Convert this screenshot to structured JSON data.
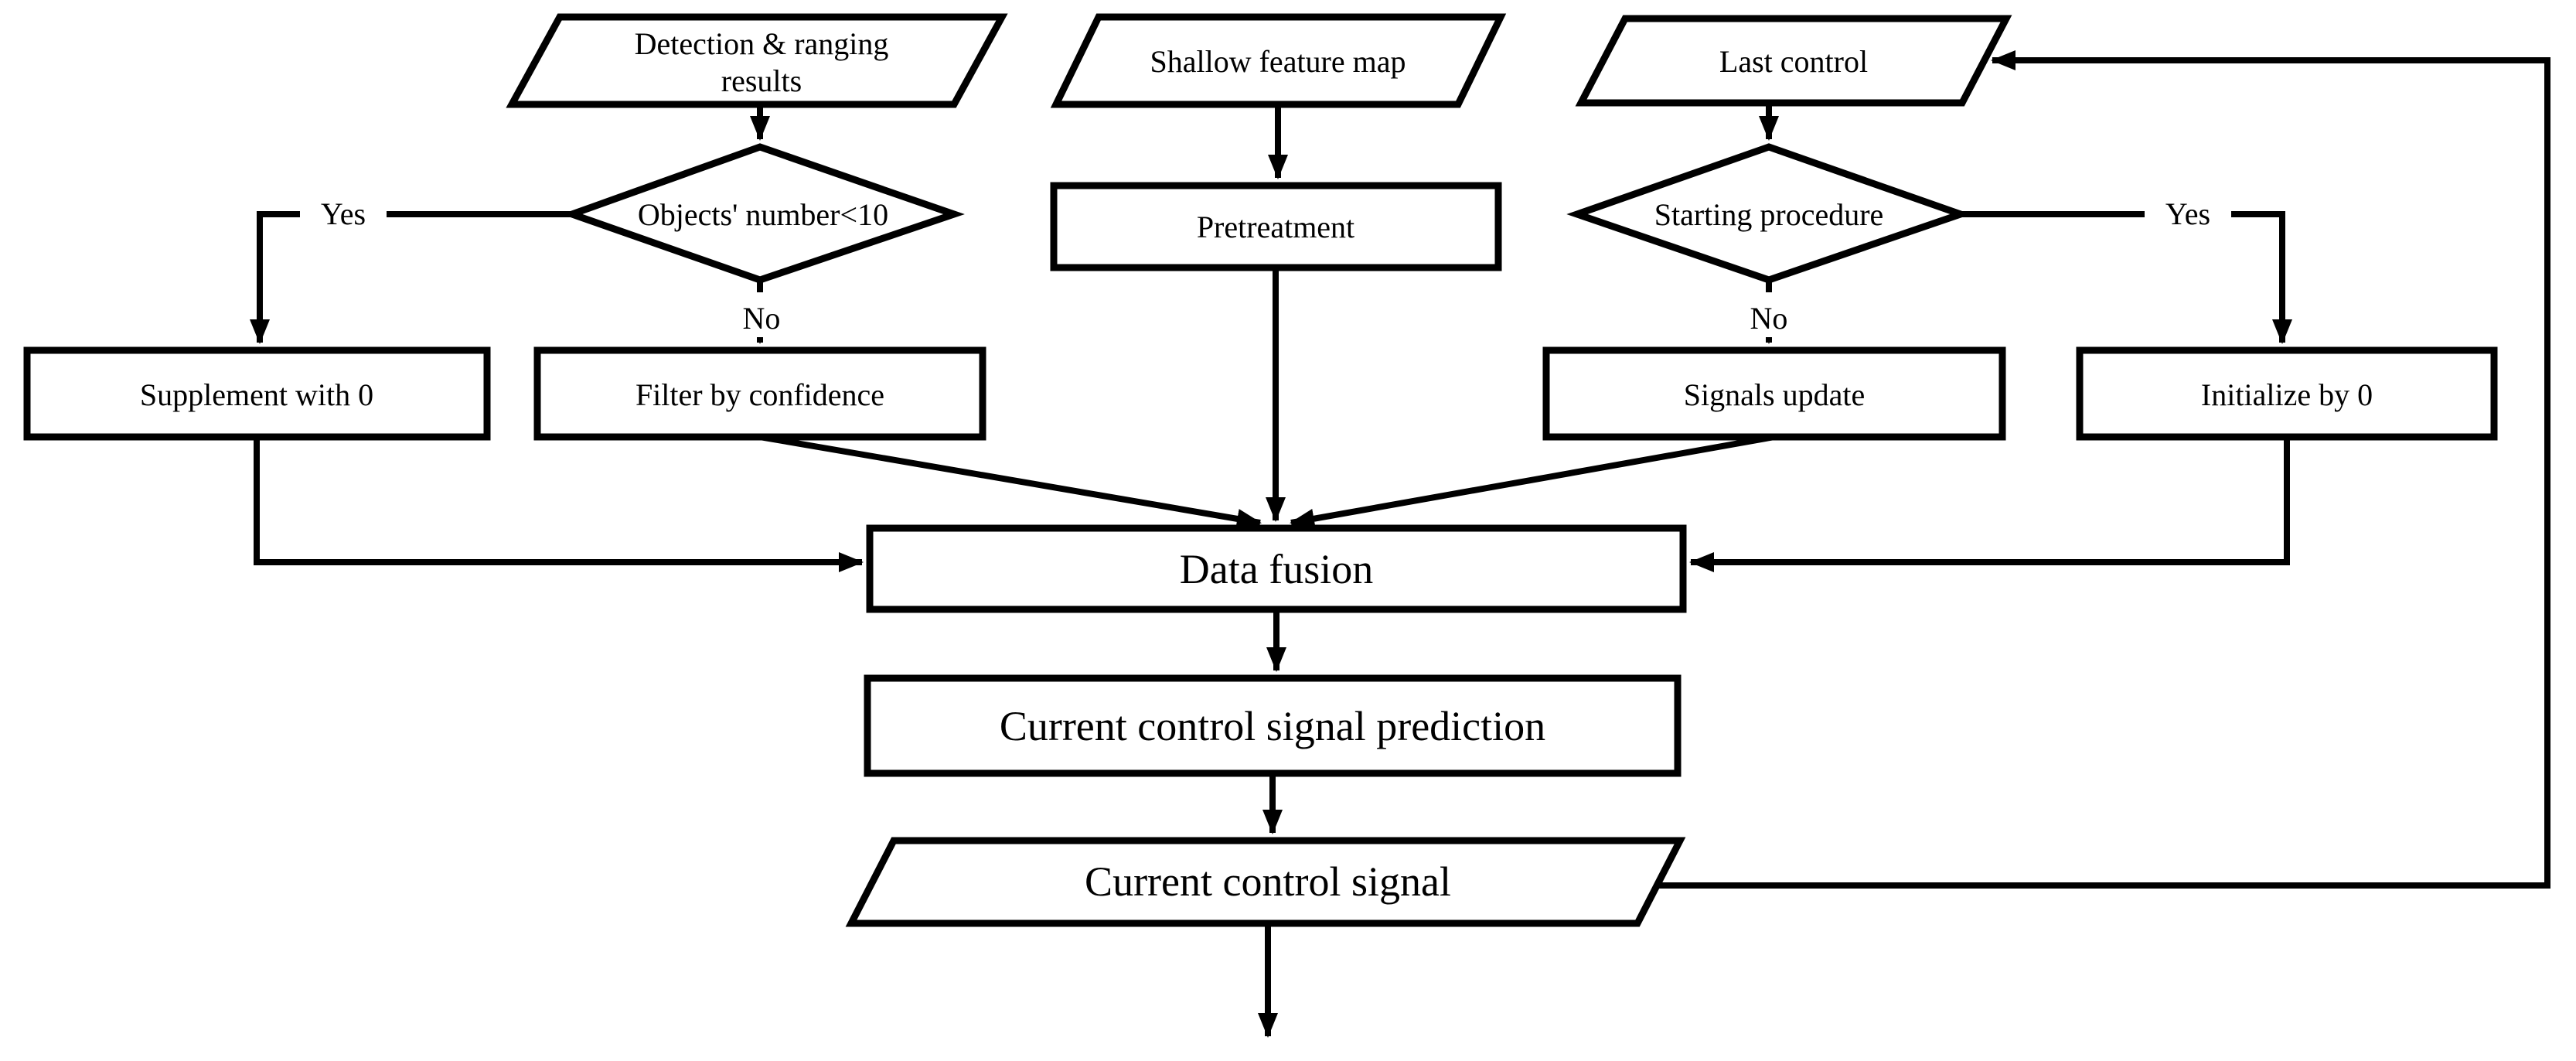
{
  "flowchart": {
    "colors": {
      "background": "#ffffff",
      "stroke": "#000000",
      "text": "#000000"
    },
    "nodes": {
      "detection": {
        "type": "parallelogram-io",
        "line1": "Detection & ranging",
        "line2": "results"
      },
      "shallow_feature_map": {
        "type": "parallelogram-io",
        "label": "Shallow feature map"
      },
      "last_control": {
        "type": "parallelogram-io",
        "label": "Last control"
      },
      "objects_number": {
        "type": "decision-diamond",
        "label": "Objects' number<10"
      },
      "starting_procedure": {
        "type": "decision-diamond",
        "label": "Starting procedure"
      },
      "pretreatment": {
        "type": "process-rect",
        "label": "Pretreatment"
      },
      "supplement": {
        "type": "process-rect",
        "label": "Supplement with 0"
      },
      "filter_confidence": {
        "type": "process-rect",
        "label": "Filter by confidence"
      },
      "signals_update": {
        "type": "process-rect",
        "label": "Signals update"
      },
      "initialize": {
        "type": "process-rect",
        "label": "Initialize by 0"
      },
      "data_fusion": {
        "type": "process-rect",
        "label": "Data fusion"
      },
      "prediction": {
        "type": "process-rect",
        "label": "Current control signal prediction"
      },
      "current_signal": {
        "type": "parallelogram-io",
        "label": "Current control signal"
      }
    },
    "edge_labels": {
      "yes_left": "Yes",
      "no_left": "No",
      "yes_right": "Yes",
      "no_right": "No"
    }
  }
}
